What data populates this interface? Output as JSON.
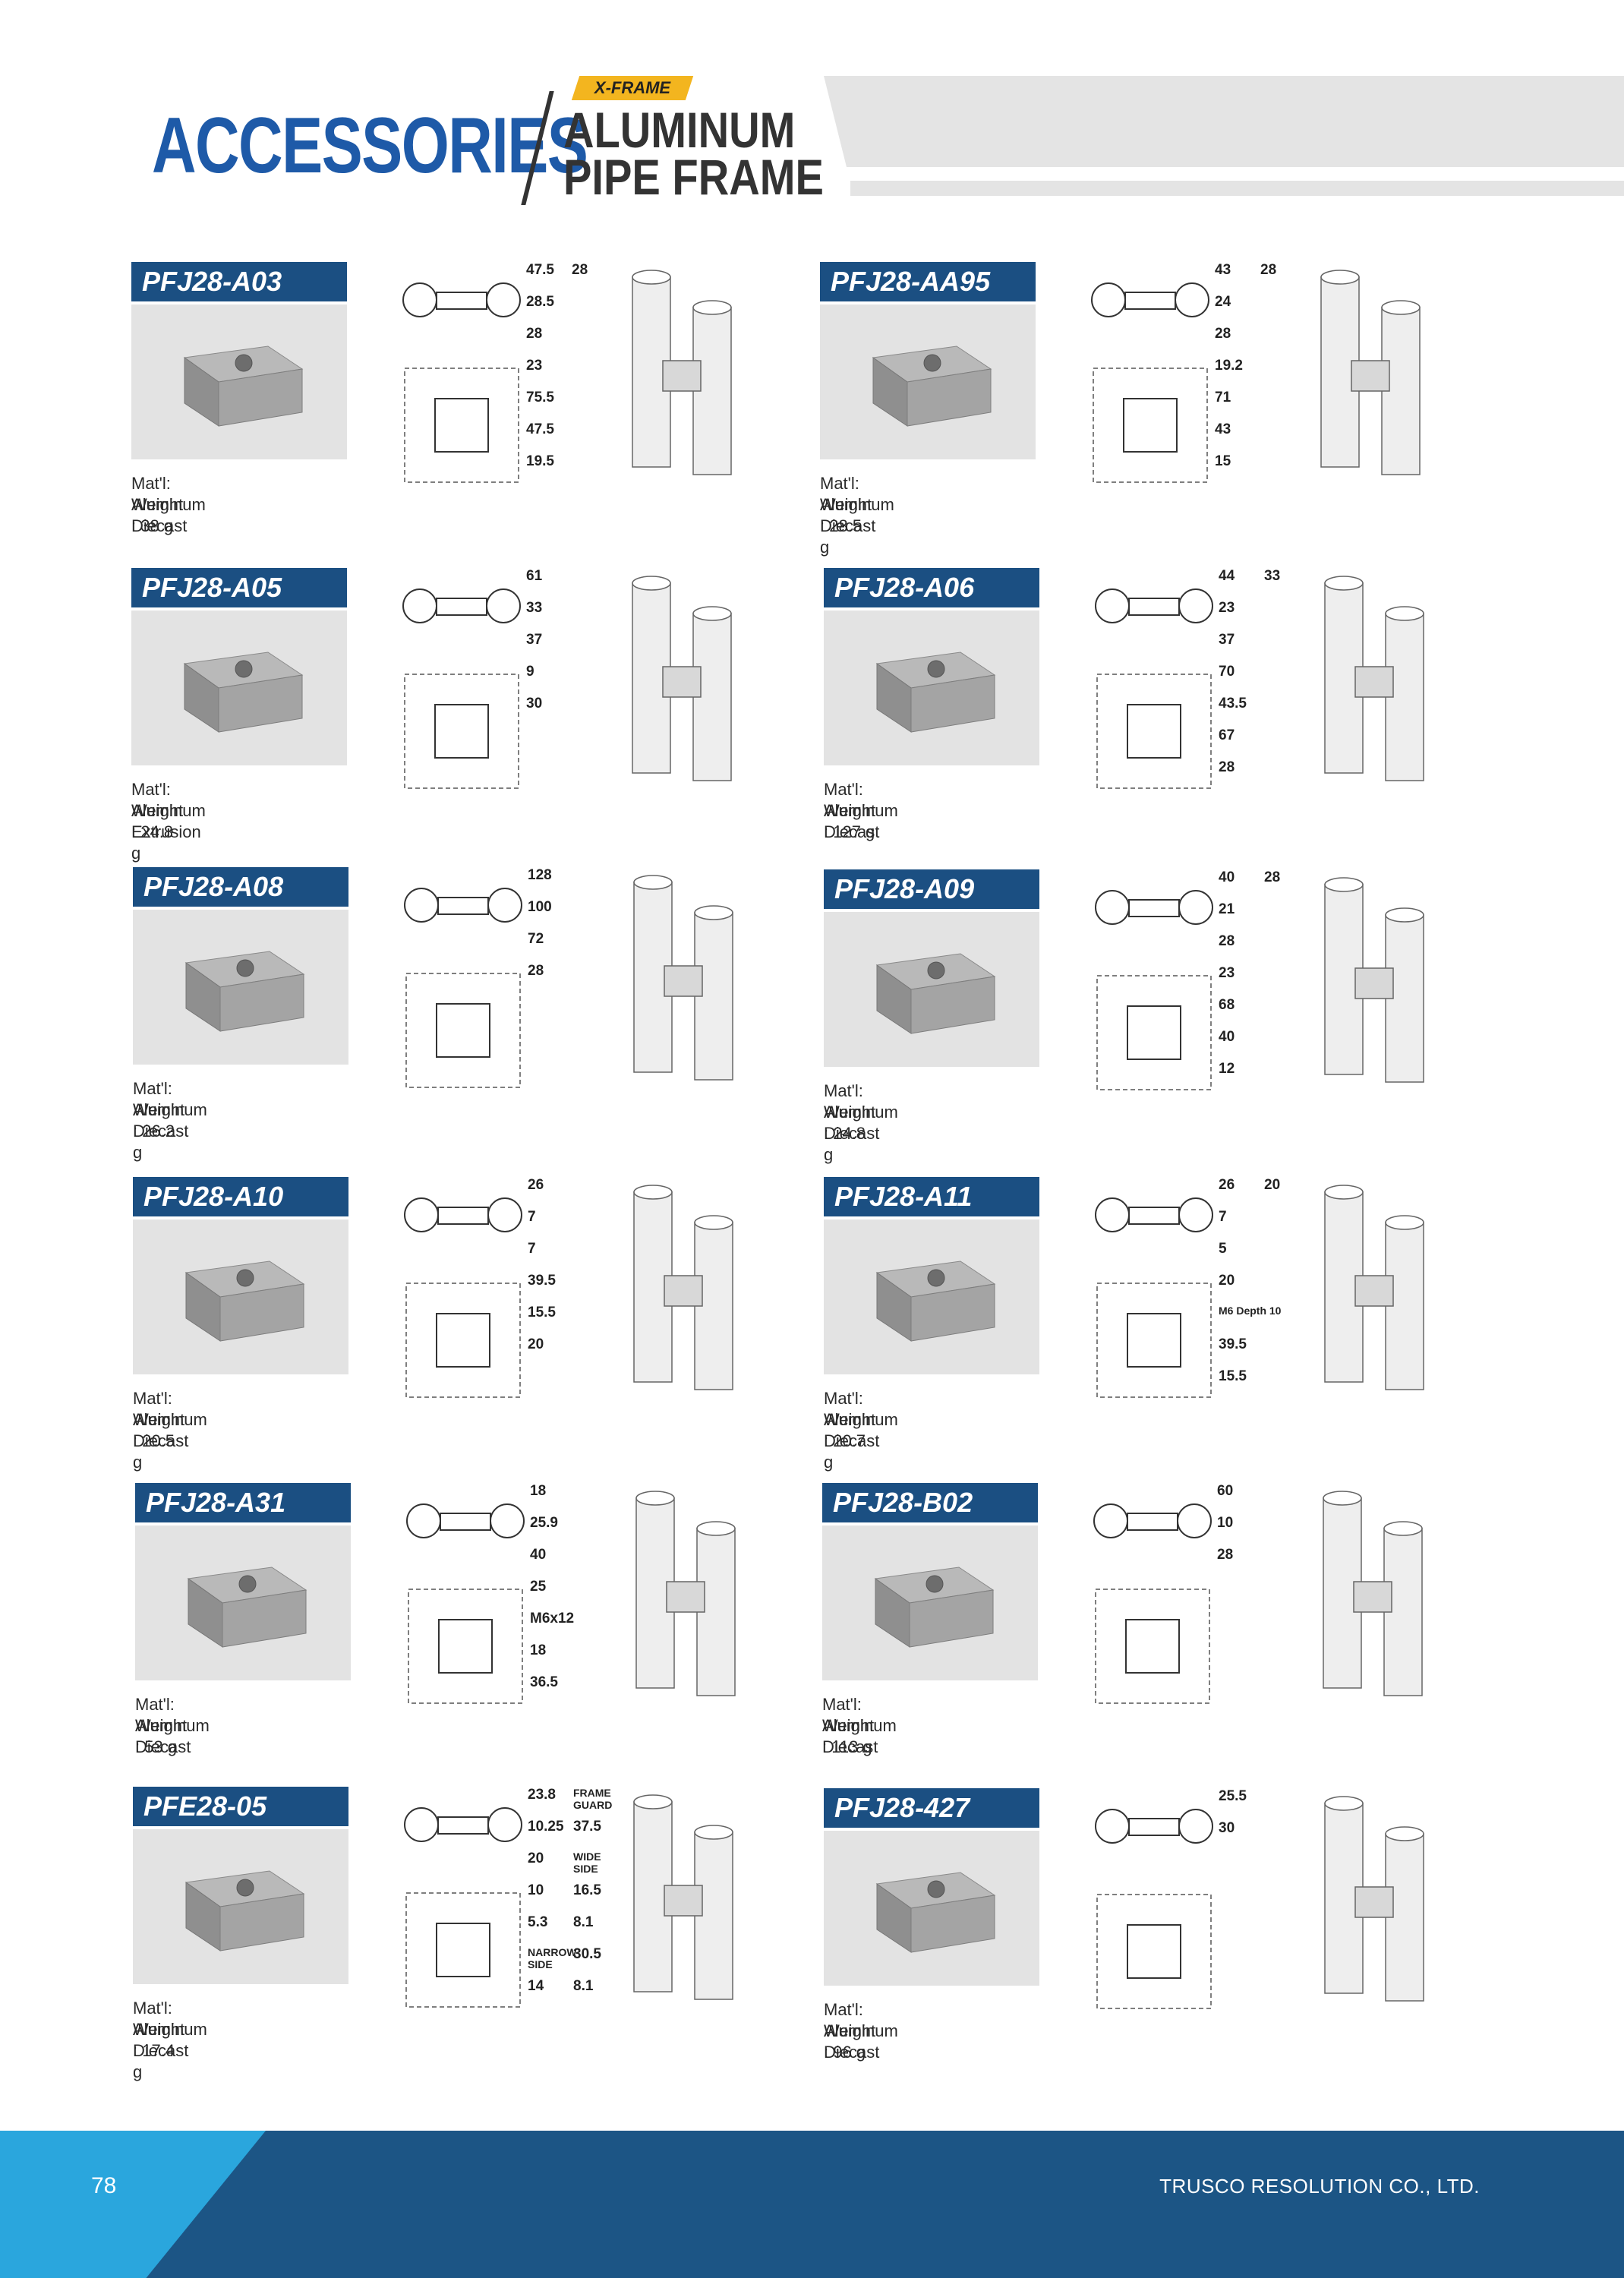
{
  "header": {
    "title": "ACCESSORIES",
    "tag": "X-FRAME",
    "subtitle_line1": "ALUMINUM",
    "subtitle_line2": "PIPE FRAME"
  },
  "items": [
    {
      "code": "PFJ28-A03",
      "material": "Mat'l: Aluminum Diecast",
      "weight": "Weight : 38 g",
      "dims": [
        "47.5",
        "28.5",
        "28",
        "23",
        "75.5",
        "47.5",
        "19.5",
        "28"
      ]
    },
    {
      "code": "PFJ28-AA95",
      "material": "Mat'l: Aluminum Diecast",
      "weight": "Weight : 28.5 g",
      "dims": [
        "43",
        "24",
        "28",
        "19.2",
        "71",
        "43",
        "15",
        "28"
      ]
    },
    {
      "code": "PFJ28-A05",
      "material": "Mat'l: Aluminum Extrusion",
      "weight": "Weight : 24.8 g",
      "dims": [
        "61",
        "33",
        "37",
        "9",
        "30"
      ]
    },
    {
      "code": "PFJ28-A06",
      "material": "Mat'l: Aluminum Diecast",
      "weight": "Weight : 127 g",
      "dims": [
        "44",
        "23",
        "37",
        "70",
        "43.5",
        "67",
        "28",
        "33"
      ]
    },
    {
      "code": "PFJ28-A08",
      "material": "Mat'l: Aluminum Diecast",
      "weight": "Weight : 26.2 g",
      "dims": [
        "128",
        "100",
        "72",
        "28"
      ]
    },
    {
      "code": "PFJ28-A09",
      "material": "Mat'l: Aluminum Diecast",
      "weight": "Weight : 24.8 g",
      "dims": [
        "40",
        "21",
        "28",
        "23",
        "68",
        "40",
        "12",
        "28"
      ]
    },
    {
      "code": "PFJ28-A10",
      "material": "Mat'l: Aluminum Diecast",
      "weight": "Weight : 20.5 g",
      "dims": [
        "26",
        "7",
        "7",
        "39.5",
        "15.5",
        "20"
      ]
    },
    {
      "code": "PFJ28-A11",
      "material": "Mat'l: Aluminum Diecast",
      "weight": "Weight : 20.7 g",
      "dims": [
        "26",
        "7",
        "5",
        "20",
        "M6 Depth 10",
        "39.5",
        "15.5",
        "20"
      ]
    },
    {
      "code": "PFJ28-A31",
      "material": "Mat'l: Aluminum Diecast",
      "weight": "Weight : 53 g",
      "dims": [
        "18",
        "25.9",
        "40",
        "25",
        "M6x12",
        "18",
        "36.5"
      ]
    },
    {
      "code": "PFJ28-B02",
      "material": "Mat'l: Aluminum Diecast",
      "weight": "Weight : 113 g",
      "dims": [
        "60",
        "10",
        "28"
      ]
    },
    {
      "code": "PFE28-05",
      "material": "Mat'l: Aluminum Diecast",
      "weight": "Weight : 17.4 g",
      "dims": [
        "23.8",
        "10.25",
        "20",
        "10",
        "5.3",
        "NARROW SIDE",
        "14",
        "FRAME GUARD",
        "37.5",
        "WIDE SIDE",
        "16.5",
        "8.1",
        "30.5",
        "8.1"
      ]
    },
    {
      "code": "PFJ28-427",
      "material": "Mat'l: Aluminum Diecast",
      "weight": "Weight : 96 g",
      "dims": [
        "25.5",
        "30"
      ]
    }
  ],
  "footer": {
    "page_number": "78",
    "company": "TRUSCO RESOLUTION CO., LTD."
  },
  "colors": {
    "accent_blue": "#1e5aa8",
    "code_bar": "#1b4f82",
    "tag_yellow": "#f3b51f",
    "footer_dark": "#1c5585",
    "footer_light": "#2aa6dd"
  }
}
